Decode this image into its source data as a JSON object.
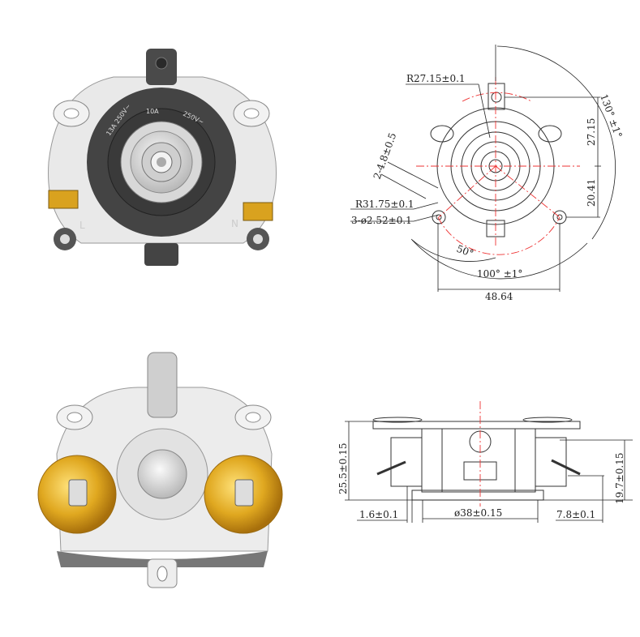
{
  "part_markings": {
    "rating_1": "13A 250V~",
    "rating_2": "10A",
    "rating_3": "250V~",
    "live": "L",
    "neutral": "N"
  },
  "top_view": {
    "r_top": "R27.15±0.1",
    "tab_width": "2-4.8±0.5",
    "r_outer": "R31.75±0.1",
    "holes": "3-ø2.52±0.1",
    "angle_right": "130° ±1°",
    "height_upper": "27.15",
    "height_lower": "20.41",
    "angle_half": "50°",
    "angle_total": "100° ±1°",
    "hole_spacing": "48.64"
  },
  "side_view": {
    "total_height": "25.5±0.15",
    "terminal_height": "19.7±0.15",
    "base_step": "1.6±0.1",
    "base_diameter": "ø38±0.15",
    "terminal_offset": "7.8±0.1"
  }
}
